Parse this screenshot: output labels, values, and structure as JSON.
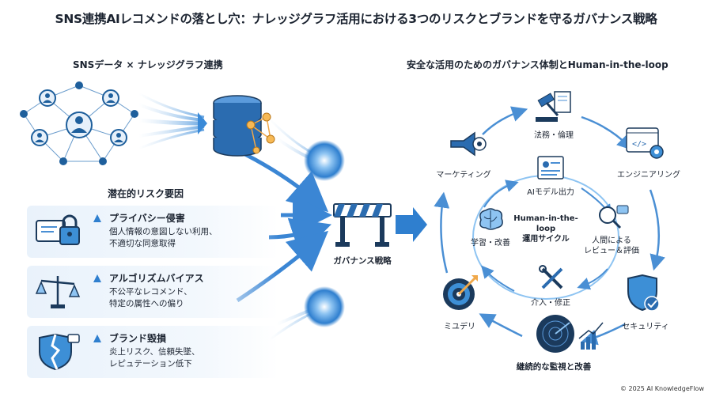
{
  "title": "SNS連携AIレコメンドの落とし穴：ナレッジグラフ活用における3つのリスクとブランドを守るガバナンス戦略",
  "left_heading": "SNSデータ × ナレッジグラフ連携",
  "right_heading": "安全な活用のためのガバナンス体制とHuman-in-the-loop",
  "risks_heading": "潜在的リスク要因",
  "risks": [
    {
      "title": "プライバシー侵害",
      "desc": "個人情報の意図しない利用、\n不適切な同意取得",
      "icon": "padlock-icon"
    },
    {
      "title": "アルゴリズムバイアス",
      "desc": "不公平なレコメンド、\n特定の属性への偏り",
      "icon": "scales-icon"
    },
    {
      "title": "ブランド毀損",
      "desc": "炎上リスク、信頼失墜、\nレピュテーション低下",
      "icon": "broken-shield-icon"
    }
  ],
  "governance_label": "ガバナンス戦略",
  "outer_cycle": [
    {
      "label": "法務・倫理",
      "icon": "gavel-icon"
    },
    {
      "label": "エンジニアリング",
      "icon": "code-gear-icon"
    },
    {
      "label": "セキュリティ",
      "icon": "shield-check-icon"
    },
    {
      "label": "継続的な監視と改善",
      "icon": "radar-icon"
    },
    {
      "label": "ミユデリ",
      "icon": "target-arrow-icon"
    },
    {
      "label": "マーケティング",
      "icon": "megaphone-icon"
    }
  ],
  "inner_cycle": [
    {
      "label": "AIモデル出力",
      "icon": "ai-output-icon"
    },
    {
      "label": "人間による\nレビュー＆評価",
      "icon": "review-icon"
    },
    {
      "label": "介入・修正",
      "icon": "tools-icon"
    },
    {
      "label": "学習・改善",
      "icon": "brain-icon"
    }
  ],
  "hitl_label": "Human-in-the-loop\n運用サイクル",
  "footer": "© 2025 AI KnowledgeFlow",
  "colors": {
    "primary": "#1f6fb8",
    "dark": "#1b3a5c",
    "light": "#dbe9f7",
    "accent": "#3d8fd6"
  }
}
